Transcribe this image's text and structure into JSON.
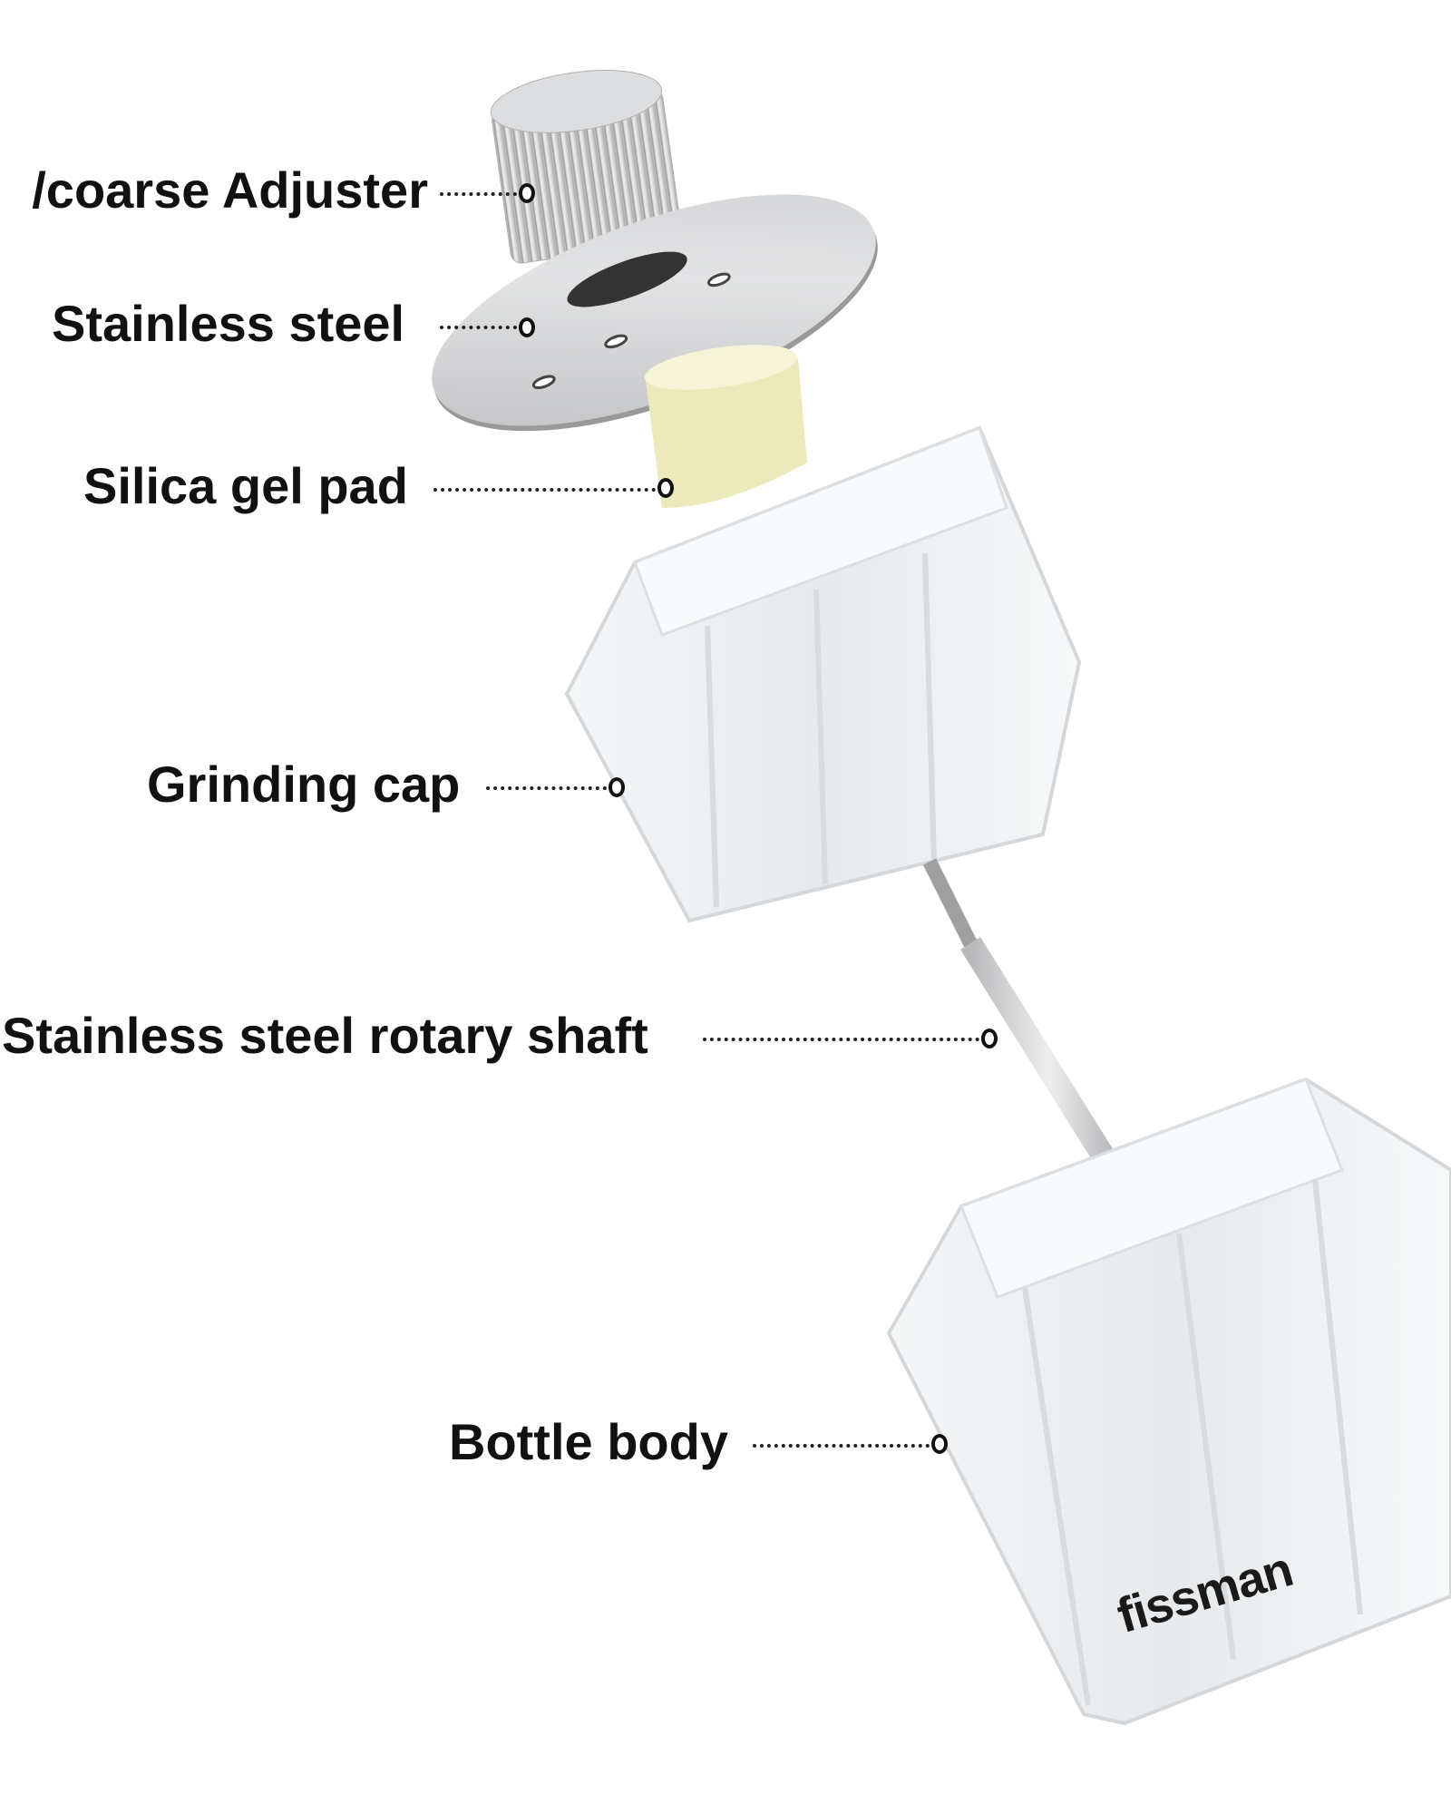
{
  "labels": {
    "adjuster": "/coarse Adjuster",
    "disc": "Stainless steel",
    "pad": "Silica gel pad",
    "cap": "Grinding cap",
    "shaft": "Stainless steel rotary shaft",
    "body": "Bottle body"
  },
  "brand": "fissman",
  "colors": {
    "steel": "#c9cacc",
    "pad": "#efedc2",
    "glass": "#eef1f3",
    "text": "#111111"
  }
}
